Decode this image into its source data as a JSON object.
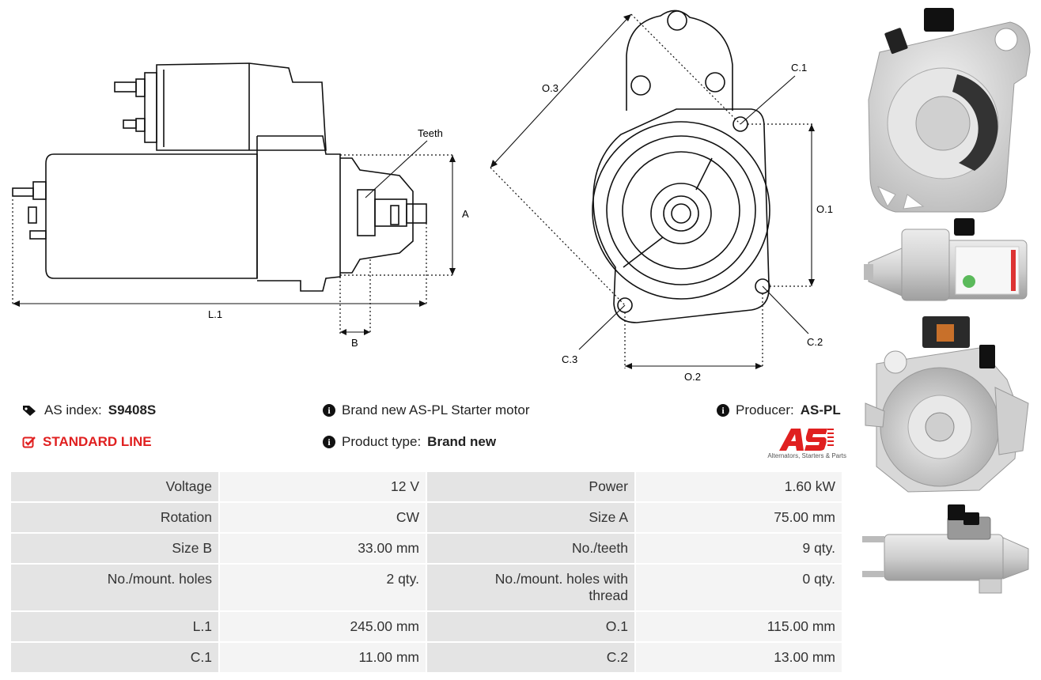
{
  "drawing": {
    "labels": {
      "teeth": "Teeth",
      "a": "A",
      "b": "B",
      "l1": "L.1",
      "o1": "O.1",
      "o2": "O.2",
      "o3": "O.3",
      "c1": "C.1",
      "c2": "C.2",
      "c3": "C.3"
    }
  },
  "info": {
    "as_index_label": "AS index:",
    "as_index_value": "S9408S",
    "line": "STANDARD LINE",
    "description": "Brand new AS-PL Starter motor",
    "product_type_label": "Product type:",
    "product_type_value": "Brand new",
    "producer_label": "Producer:",
    "producer_value": "AS-PL",
    "logo_tagline": "Alternators, Starters & Parts"
  },
  "colors": {
    "accent_red": "#e02020",
    "label_bg": "#e4e4e4",
    "value_bg": "#f4f4f4"
  },
  "specs": [
    [
      {
        "k": "Voltage",
        "v": "12 V"
      },
      {
        "k": "Power",
        "v": "1.60 kW"
      }
    ],
    [
      {
        "k": "Rotation",
        "v": "CW"
      },
      {
        "k": "Size A",
        "v": "75.00 mm"
      }
    ],
    [
      {
        "k": "Size B",
        "v": "33.00 mm"
      },
      {
        "k": "No./teeth",
        "v": "9 qty."
      }
    ],
    [
      {
        "k": "No./mount. holes",
        "v": "2 qty."
      },
      {
        "k": "No./mount. holes with thread",
        "v": "0 qty."
      }
    ],
    [
      {
        "k": "L.1",
        "v": "245.00 mm"
      },
      {
        "k": "O.1",
        "v": "115.00 mm"
      }
    ],
    [
      {
        "k": "C.1",
        "v": "11.00 mm"
      },
      {
        "k": "C.2",
        "v": "13.00 mm"
      }
    ]
  ]
}
